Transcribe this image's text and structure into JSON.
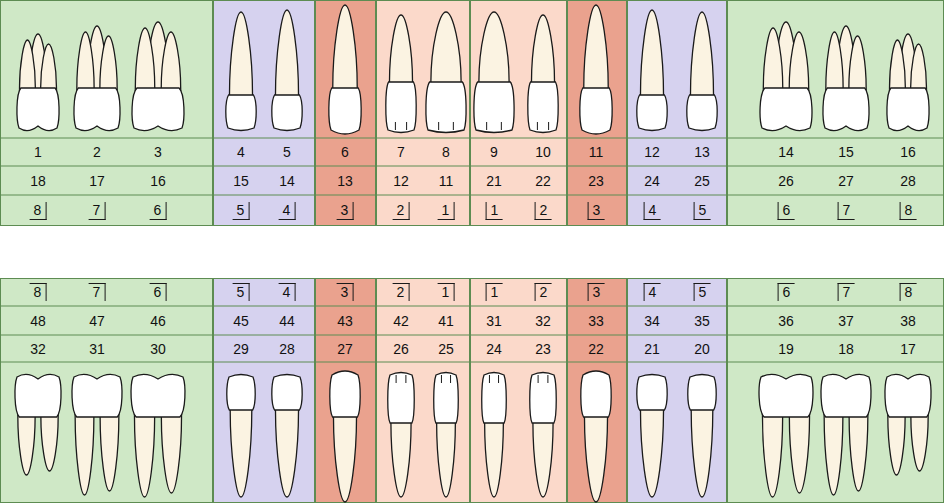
{
  "diagram": {
    "nodes": [
      {
        "text": [
          "1",
          "2",
          "3",
          "18",
          "17",
          "16",
          "8",
          "7",
          "6"
        ]
      },
      {
        "text": [
          "4",
          "5",
          "15",
          "14",
          "5",
          "4"
        ]
      },
      {
        "text": [
          "6",
          "13",
          "3"
        ]
      },
      {
        "text": [
          "7",
          "8",
          "12",
          "11",
          "2",
          "1"
        ]
      },
      {
        "text": [
          "9",
          "10",
          "21",
          "22",
          "1",
          "2"
        ]
      },
      {
        "text": [
          "11",
          "23",
          "3"
        ]
      },
      {
        "text": [
          "12",
          "13",
          "24",
          "25",
          "4",
          "5"
        ]
      },
      {
        "text": [
          "14",
          "15",
          "16",
          "26",
          "27",
          "28",
          "6",
          "7",
          "8"
        ]
      },
      {
        "text": [
          "8",
          "7",
          "6",
          "48",
          "47",
          "46",
          "32",
          "31",
          "30"
        ]
      },
      {
        "text": [
          "5",
          "4",
          "45",
          "44",
          "29",
          "28"
        ]
      },
      {
        "text": [
          "3",
          "43",
          "27"
        ]
      },
      {
        "text": [
          "2",
          "1",
          "42",
          "41",
          "26",
          "25"
        ]
      },
      {
        "text": [
          "1",
          "2",
          "31",
          "32",
          "24",
          "23"
        ]
      },
      {
        "text": [
          "3",
          "33",
          "22"
        ]
      },
      {
        "text": [
          "4",
          "5",
          "34",
          "35",
          "21",
          "20"
        ]
      },
      {
        "text": [
          "6",
          "7",
          "8",
          "36",
          "37",
          "38",
          "19",
          "18",
          "17"
        ]
      }
    ]
  }
}
